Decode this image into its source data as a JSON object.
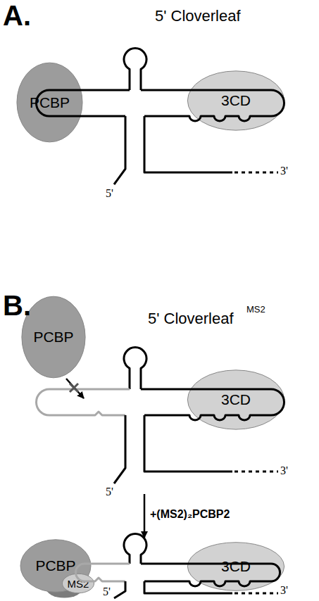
{
  "diagram": {
    "nodes": [
      {
        "text": [
          "PCBP"
        ]
      },
      {
        "text": [
          "3CD"
        ]
      },
      {
        "text": [
          "PCBP"
        ]
      },
      {
        "text": [
          "3CD"
        ]
      },
      {
        "text": [
          "PCBP"
        ]
      },
      {
        "text": [
          "MS2"
        ]
      },
      {
        "text": [
          "3CD"
        ]
      }
    ],
    "labels": [
      "A.",
      "5' Cloverleaf",
      "5'",
      "3'",
      "B.",
      "5' Cloverleaf",
      "MS2",
      "5'",
      "3'",
      "+(MS2)₂PCBP2",
      "5'",
      "3'"
    ]
  }
}
